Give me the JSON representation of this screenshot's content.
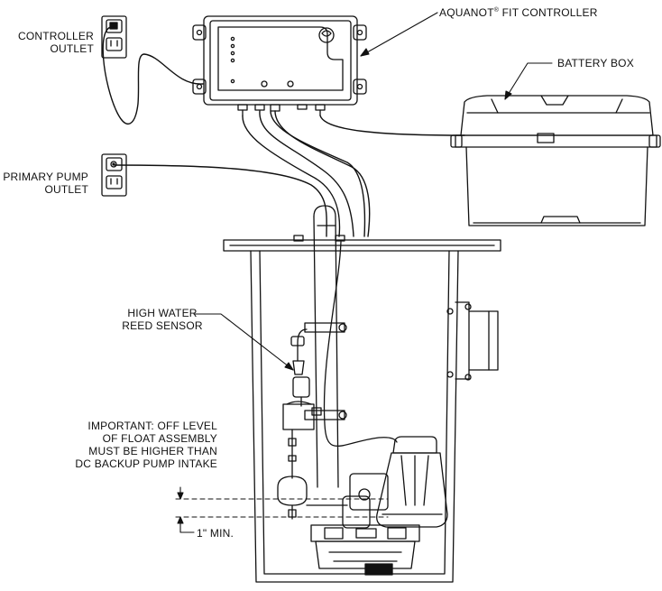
{
  "labels": {
    "controller_outlet": [
      "CONTROLLER",
      "OUTLET"
    ],
    "controller_name": "AQUANOT",
    "controller_reg": "®",
    "controller_suffix": " FIT CONTROLLER",
    "battery_box": "BATTERY BOX",
    "primary_pump_outlet": [
      "PRIMARY PUMP",
      "OUTLET"
    ],
    "high_water_sensor": [
      "HIGH WATER",
      "REED SENSOR"
    ],
    "important_note": [
      "IMPORTANT: OFF LEVEL",
      "OF FLOAT ASSEMBLY",
      "MUST BE HIGHER THAN",
      "DC BACKUP PUMP INTAKE"
    ],
    "min_spacing": "1\" MIN."
  },
  "colors": {
    "line": "#111111",
    "background": "#ffffff"
  }
}
